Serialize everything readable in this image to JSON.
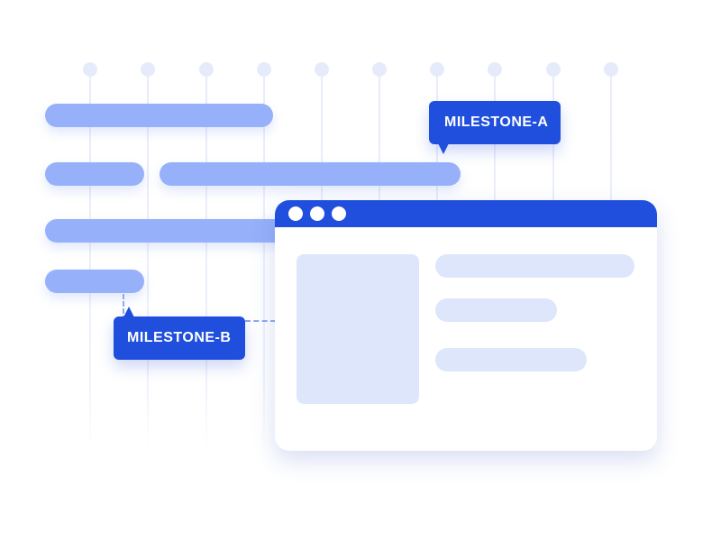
{
  "diagram": {
    "milestones": {
      "a_label": "MILESTONE-A",
      "b_label": "MILESTONE-B"
    },
    "timeline": {
      "grid_columns": 10,
      "task_bar_rows": 4
    },
    "window": {
      "control_dots": 3
    },
    "colors": {
      "accent": "#1f4fdc",
      "task_bar": "#96b0fa",
      "grid_line": "#e8ecfb",
      "placeholder": "#dde6fb",
      "background": "#ffffff"
    },
    "icons": {
      "window_controls": "window-control-dot-icon"
    }
  }
}
